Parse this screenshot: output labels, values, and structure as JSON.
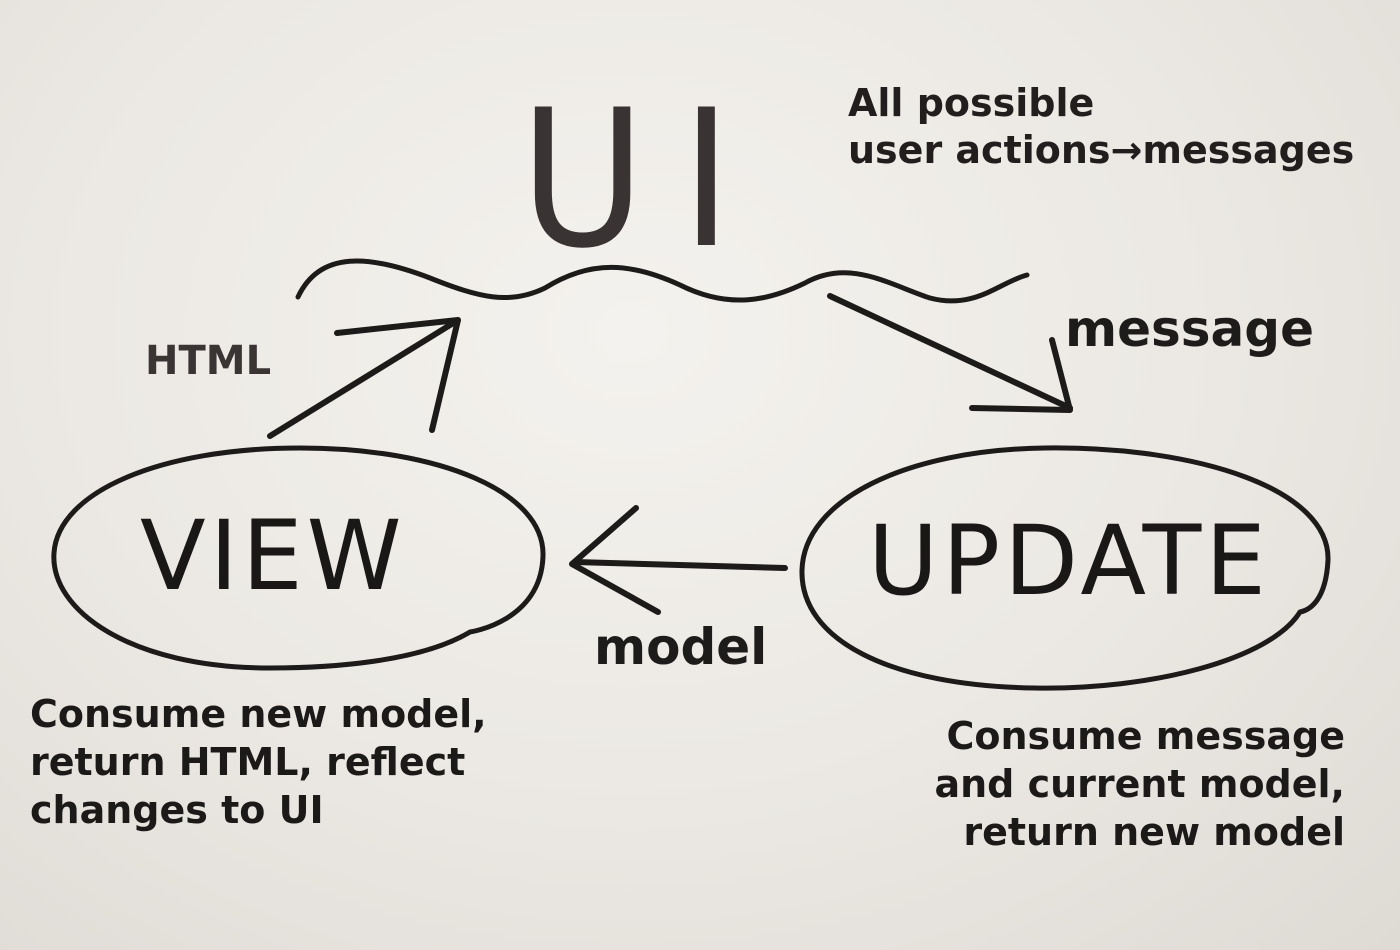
{
  "diagram": {
    "ui_title": "UI",
    "ui_note": "All possible\nuser actions→messages",
    "html_label": "HTML",
    "message_label": "message",
    "model_label": "model",
    "view": {
      "title": "VIEW",
      "description": "Consume new model,\nreturn HTML, reflect\nchanges to UI"
    },
    "update": {
      "title": "UPDATE",
      "description": "Consume message\nand current model,\nreturn new model"
    }
  },
  "colors": {
    "paper": "#ebe8e3",
    "ink": "#1d1a1a"
  }
}
